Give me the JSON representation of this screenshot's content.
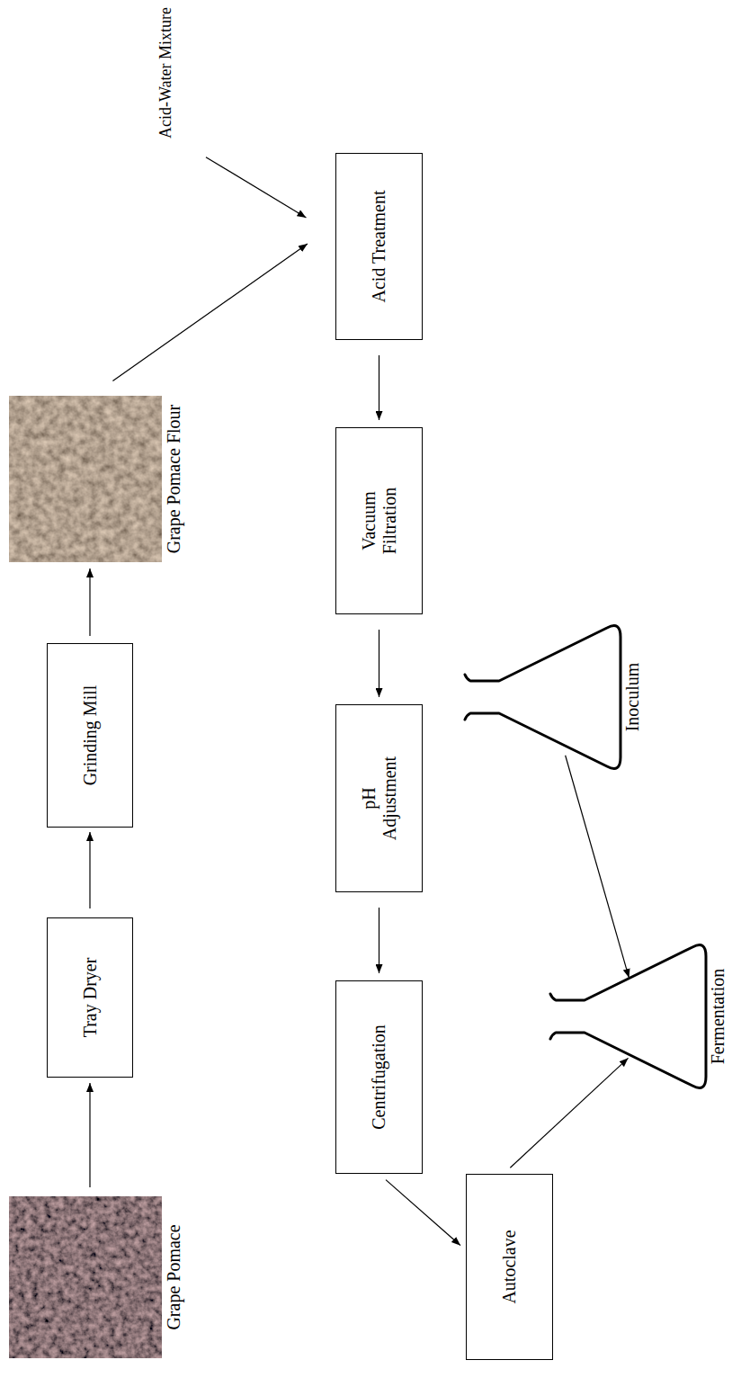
{
  "diagram": {
    "nodes": [
      {
        "text": [
          "Grape Pomace"
        ]
      },
      {
        "text": [
          "Tray Dryer"
        ]
      },
      {
        "text": [
          "Grinding Mill"
        ]
      },
      {
        "text": [
          "Grape Pomace Flour"
        ]
      },
      {
        "text": [
          "Acid-Water Mixture"
        ]
      },
      {
        "text": [
          "Acid Treatment"
        ]
      },
      {
        "text": [
          "Vacuum Filtration"
        ]
      },
      {
        "text": [
          "pH Adjustment"
        ]
      },
      {
        "text": [
          "Centrifugation"
        ]
      },
      {
        "text": [
          "Autoclave"
        ]
      },
      {
        "text": [
          "Inoculum"
        ]
      },
      {
        "text": [
          "Fermentation"
        ]
      }
    ],
    "edges": [
      {
        "from": 0,
        "to": 1,
        "arrow": "to"
      },
      {
        "from": 1,
        "to": 2,
        "arrow": "to"
      },
      {
        "from": 2,
        "to": 3,
        "arrow": "to"
      },
      {
        "from": 3,
        "to": 5,
        "arrow": "to"
      },
      {
        "from": 4,
        "to": 5,
        "arrow": "to"
      },
      {
        "from": 5,
        "to": 6,
        "arrow": "to"
      },
      {
        "from": 6,
        "to": 7,
        "arrow": "to"
      },
      {
        "from": 7,
        "to": 8,
        "arrow": "to"
      },
      {
        "from": 8,
        "to": 9,
        "arrow": "to"
      },
      {
        "from": 9,
        "to": 11,
        "arrow": "to"
      },
      {
        "from": 10,
        "to": 11,
        "arrow": "to"
      }
    ]
  }
}
